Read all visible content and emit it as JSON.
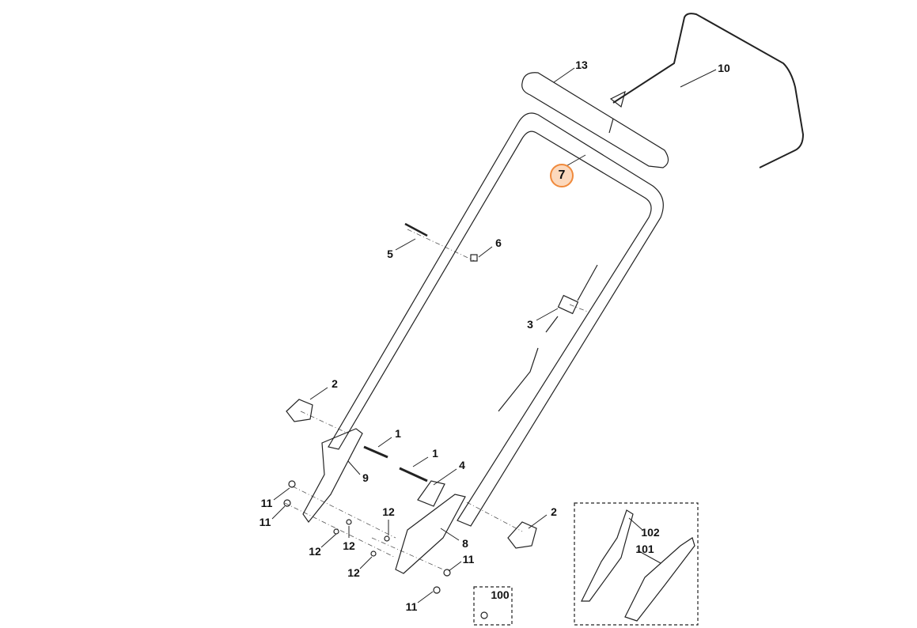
{
  "highlight_color": "#f08a3c",
  "callouts": [
    {
      "number": "13"
    },
    {
      "number": "10"
    },
    {
      "number": "7",
      "highlighted": true
    },
    {
      "number": "5"
    },
    {
      "number": "6"
    },
    {
      "number": "3"
    },
    {
      "number": "2"
    },
    {
      "number": "1"
    },
    {
      "number": "1"
    },
    {
      "number": "4"
    },
    {
      "number": "9"
    },
    {
      "number": "11"
    },
    {
      "number": "11"
    },
    {
      "number": "12"
    },
    {
      "number": "12"
    },
    {
      "number": "12"
    },
    {
      "number": "12"
    },
    {
      "number": "8"
    },
    {
      "number": "2"
    },
    {
      "number": "11"
    },
    {
      "number": "11"
    },
    {
      "number": "100"
    },
    {
      "number": "102"
    },
    {
      "number": "101"
    }
  ]
}
